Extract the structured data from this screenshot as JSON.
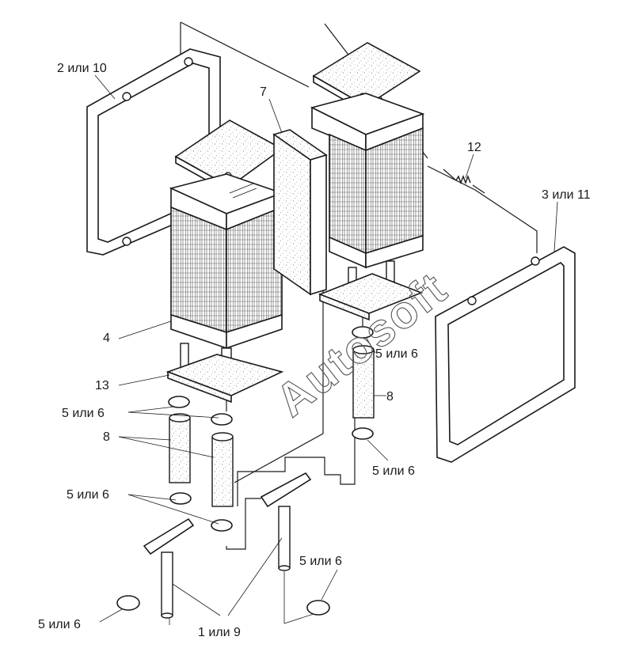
{
  "diagram": {
    "watermark": "Autosoft",
    "callouts": {
      "c2": "2 или 10",
      "c7": "7",
      "c12": "12",
      "c3": "3 или 11",
      "c4": "4",
      "c13": "13",
      "c5a": "5 или 6",
      "c5b": "5 или 6",
      "c8a": "8",
      "c8b": "8",
      "c5c": "5 или 6",
      "c5d": "5 или 6",
      "c5e": "5 или 6",
      "c5f": "5 или 6",
      "c1": "1 или 9"
    },
    "colors": {
      "ink": "#1a1a1a",
      "paper": "#ffffff",
      "speckle": "#9a9a9a"
    }
  }
}
